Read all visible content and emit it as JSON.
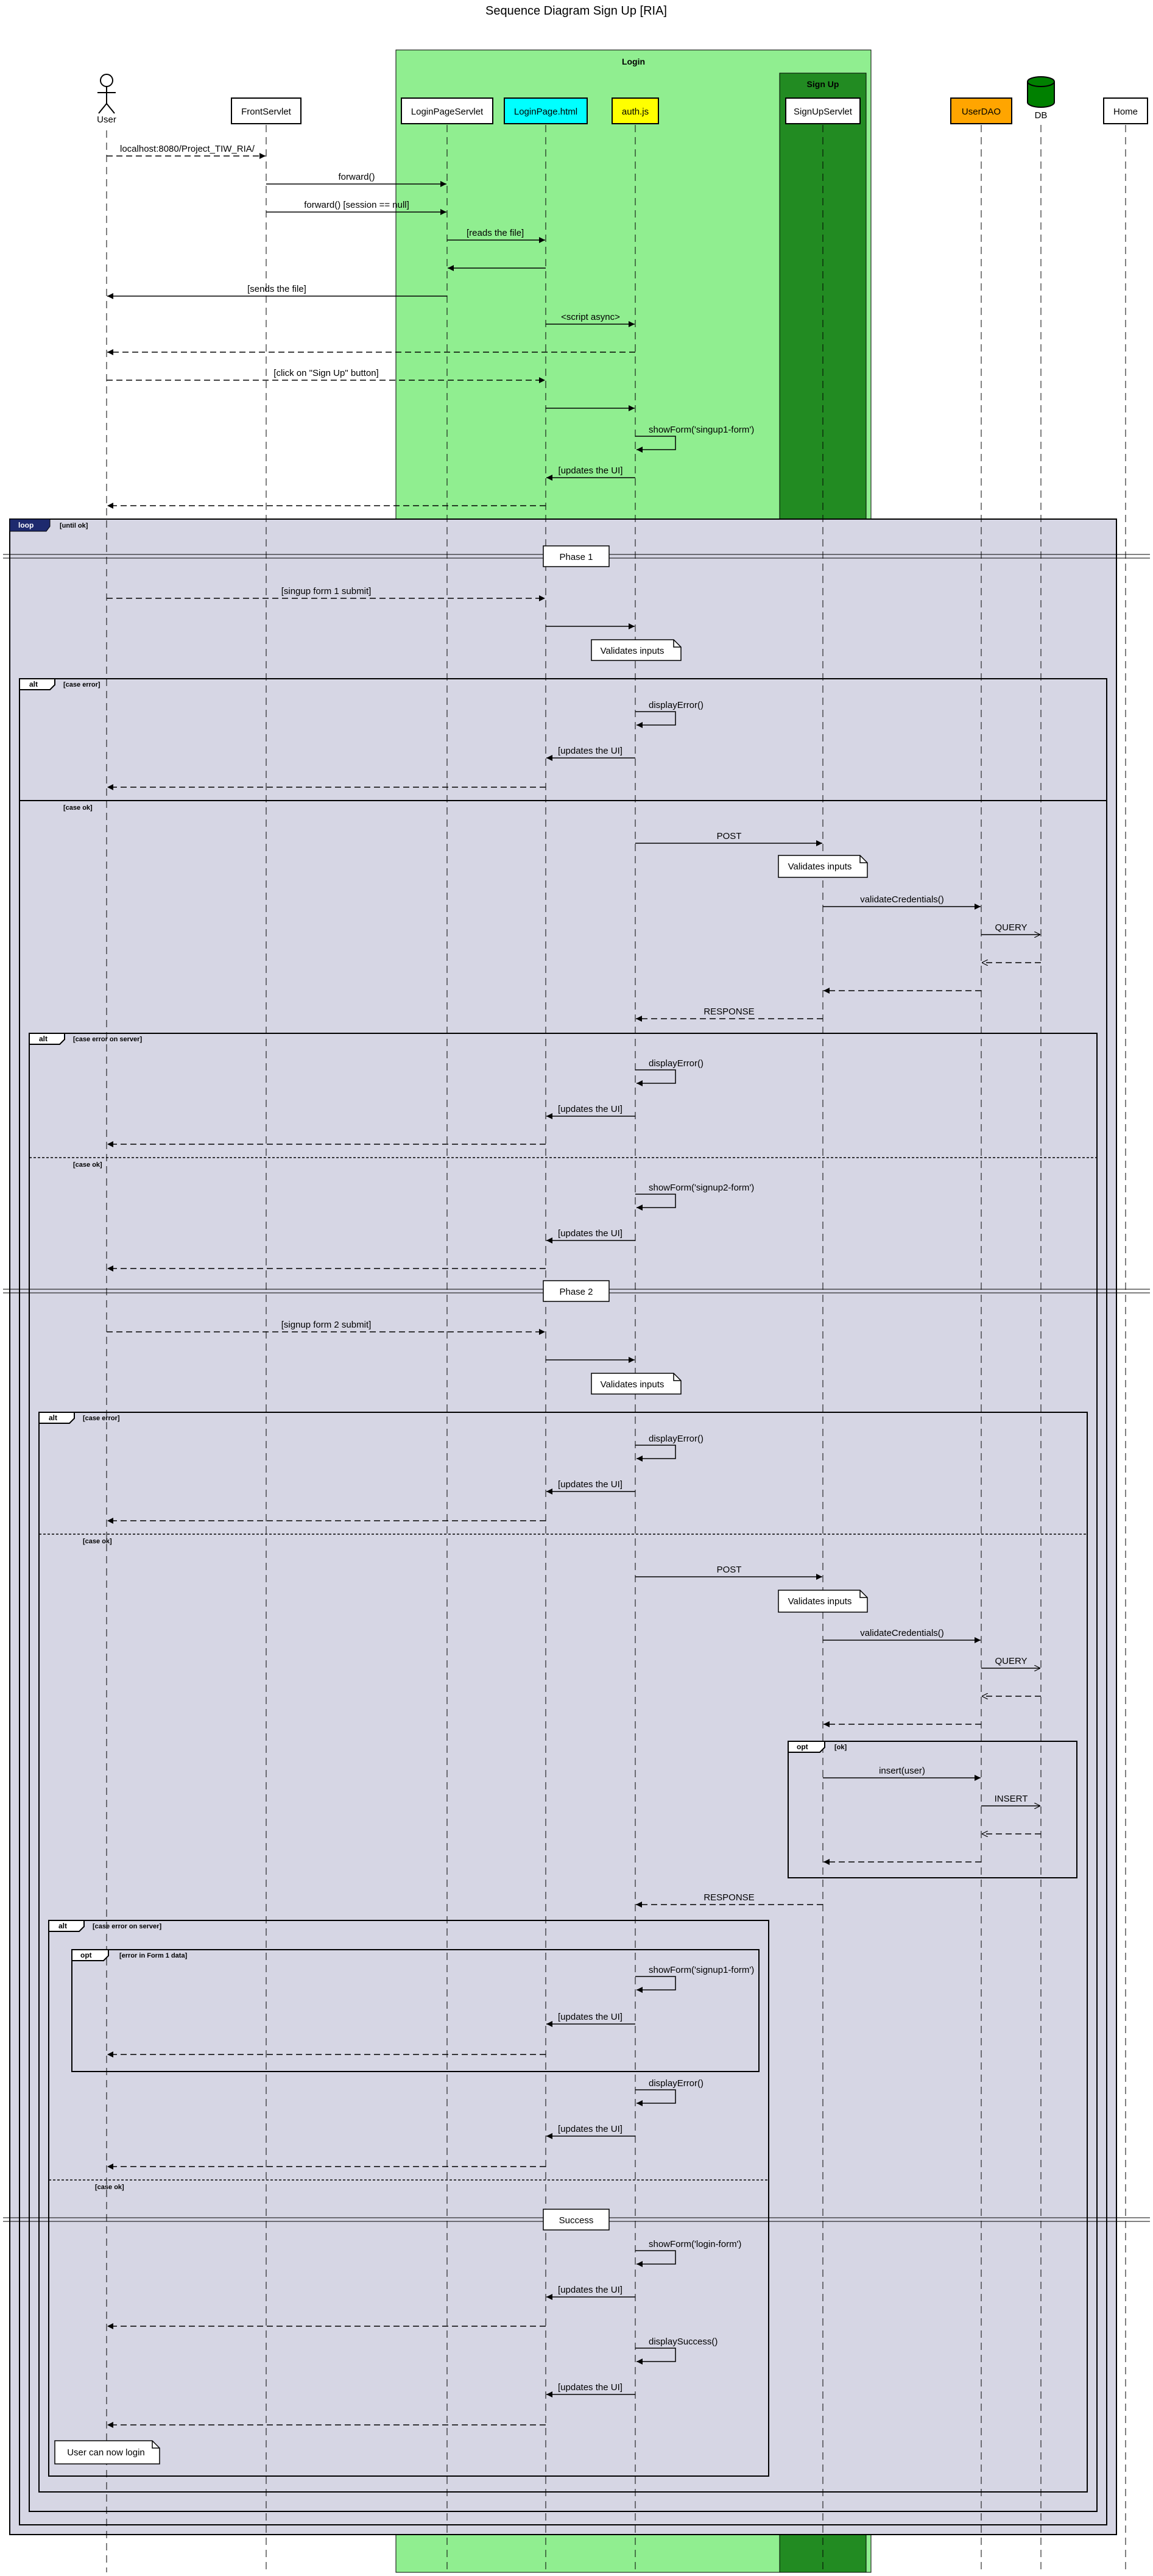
{
  "title": "Sequence Diagram Sign Up [RIA]",
  "participants": {
    "user": "User",
    "front_servlet": "FrontServlet",
    "login_page_servlet": "LoginPageServlet",
    "login_page_html": "LoginPage.html",
    "auth_js": "auth.js",
    "signup_servlet": "SignUpServlet",
    "user_dao": "UserDAO",
    "db": "DB",
    "home": "Home"
  },
  "groups": {
    "login": "Login",
    "signup": "Sign Up"
  },
  "colors": {
    "login_group": "#90EE90",
    "signup_group": "#228B22",
    "loop_fill": "#D6D6E4",
    "loginpage_html": "#00FFFF",
    "auth_js": "#FFFF00",
    "user_dao": "#FFA500",
    "db": "#008000",
    "loop_tag": "#1E2A6E"
  },
  "messages": {
    "m1": "localhost:8080/Project_TIW_RIA/",
    "m2": "forward()",
    "m3": "forward() [session == null]",
    "m4": "[reads the file]",
    "m5": "[sends the file]",
    "m6": "<script async>",
    "m7": "[click on \"Sign Up\" button]",
    "m8": "showForm('singup1-form')",
    "m9": "[updates the UI]",
    "p1_submit": "[singup form 1 submit]",
    "p1_display_error": "displayError()",
    "p1_updates": "[updates the UI]",
    "p1_post": "POST",
    "p1_validate": "validateCredentials()",
    "p1_query": "QUERY",
    "p1_response": "RESPONSE",
    "p1_srv_display_error": "displayError()",
    "p1_srv_updates": "[updates the UI]",
    "p1_show_form2": "showForm('signup2-form')",
    "p1_ok_updates": "[updates the UI]",
    "p2_submit": "[signup form 2 submit]",
    "p2_display_error": "displayError()",
    "p2_updates": "[updates the UI]",
    "p2_post": "POST",
    "p2_validate": "validateCredentials()",
    "p2_query": "QUERY",
    "p2_insert_user": "insert(user)",
    "p2_insert": "INSERT",
    "p2_response": "RESPONSE",
    "p2_show_form1": "showForm('signup1-form')",
    "p2_opt_updates": "[updates the UI]",
    "p2_display_error2": "displayError()",
    "p2_err_updates": "[updates the UI]",
    "s_show_login": "showForm('login-form')",
    "s_updates1": "[updates the UI]",
    "s_display_success": "displaySuccess()",
    "s_updates2": "[updates the UI]"
  },
  "notes": {
    "validates1": "Validates inputs",
    "validates_srv1": "Validates inputs",
    "validates2": "Validates inputs",
    "validates_srv2": "Validates inputs",
    "user_can_login": "User can now login"
  },
  "dividers": {
    "phase1": "Phase 1",
    "phase2": "Phase 2",
    "success": "Success"
  },
  "fragments": {
    "loop": {
      "keyword": "loop",
      "guard": "[until ok]"
    },
    "alt1": {
      "keyword": "alt",
      "guard": "[case error]",
      "else_guard": "[case ok]"
    },
    "alt2": {
      "keyword": "alt",
      "guard": "[case error on server]",
      "else_guard": "[case ok]"
    },
    "alt3": {
      "keyword": "alt",
      "guard": "[case error]",
      "else_guard": "[case ok]"
    },
    "opt1": {
      "keyword": "opt",
      "guard": "[ok]"
    },
    "alt4": {
      "keyword": "alt",
      "guard": "[case error on server]",
      "else_guard": "[case ok]"
    },
    "opt2": {
      "keyword": "opt",
      "guard": "[error in Form 1 data]"
    }
  }
}
